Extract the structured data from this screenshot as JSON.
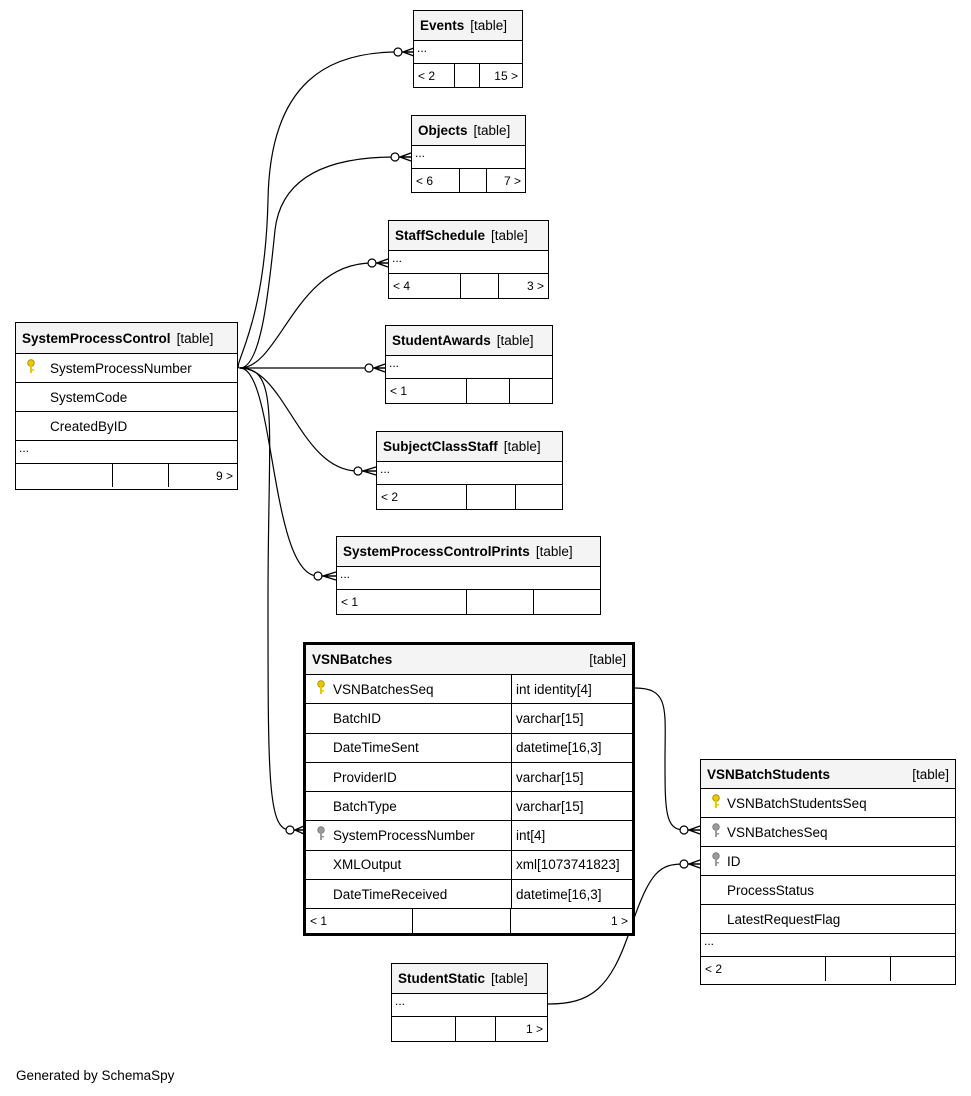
{
  "diagram": {
    "tables": {
      "events": {
        "name": "Events",
        "kind": "[table]",
        "ellipsis": "...",
        "footer": [
          "< 2",
          "",
          "15 >"
        ]
      },
      "objects": {
        "name": "Objects",
        "kind": "[table]",
        "ellipsis": "...",
        "footer": [
          "< 6",
          "",
          "7 >"
        ]
      },
      "staffschedule": {
        "name": "StaffSchedule",
        "kind": "[table]",
        "ellipsis": "...",
        "footer": [
          "< 4",
          "",
          "3 >"
        ]
      },
      "studentawards": {
        "name": "StudentAwards",
        "kind": "[table]",
        "ellipsis": "...",
        "footer": [
          "< 1",
          "",
          ""
        ]
      },
      "subjectclassstaff": {
        "name": "SubjectClassStaff",
        "kind": "[table]",
        "ellipsis": "...",
        "footer": [
          "< 2",
          "",
          ""
        ]
      },
      "systemprocesscontrolprints": {
        "name": "SystemProcessControlPrints",
        "kind": "[table]",
        "ellipsis": "...",
        "footer": [
          "< 1",
          "",
          ""
        ]
      },
      "systemprocesscontrol": {
        "name": "SystemProcessControl",
        "kind": "[table]",
        "columns": [
          "SystemProcessNumber",
          "SystemCode",
          "CreatedByID"
        ],
        "ellipsis": "...",
        "footer": [
          "",
          "",
          "9 >"
        ]
      },
      "vsnbatches": {
        "name": "VSNBatches",
        "kind": "[table]",
        "columns": [
          {
            "name": "VSNBatchesSeq",
            "type": "int identity[4]",
            "key": "primary"
          },
          {
            "name": "BatchID",
            "type": "varchar[15]",
            "key": ""
          },
          {
            "name": "DateTimeSent",
            "type": "datetime[16,3]",
            "key": ""
          },
          {
            "name": "ProviderID",
            "type": "varchar[15]",
            "key": ""
          },
          {
            "name": "BatchType",
            "type": "varchar[15]",
            "key": ""
          },
          {
            "name": "SystemProcessNumber",
            "type": "int[4]",
            "key": "foreign"
          },
          {
            "name": "XMLOutput",
            "type": "xml[1073741823]",
            "key": ""
          },
          {
            "name": "DateTimeReceived",
            "type": "datetime[16,3]",
            "key": ""
          }
        ],
        "footer": [
          "< 1",
          "",
          "1 >"
        ]
      },
      "vsnbatchstudents": {
        "name": "VSNBatchStudents",
        "kind": "[table]",
        "columns": [
          "VSNBatchStudentsSeq",
          "VSNBatchesSeq",
          "ID",
          "ProcessStatus",
          "LatestRequestFlag"
        ],
        "ellipsis": "...",
        "footer": [
          "< 2",
          "",
          ""
        ]
      },
      "studentstatic": {
        "name": "StudentStatic",
        "kind": "[table]",
        "ellipsis": "...",
        "footer": [
          "",
          "",
          "1 >"
        ]
      }
    },
    "key_colors": {
      "primary": "#e8c800",
      "foreign": "#9a9a9a"
    },
    "generated_by": "Generated by SchemaSpy"
  }
}
